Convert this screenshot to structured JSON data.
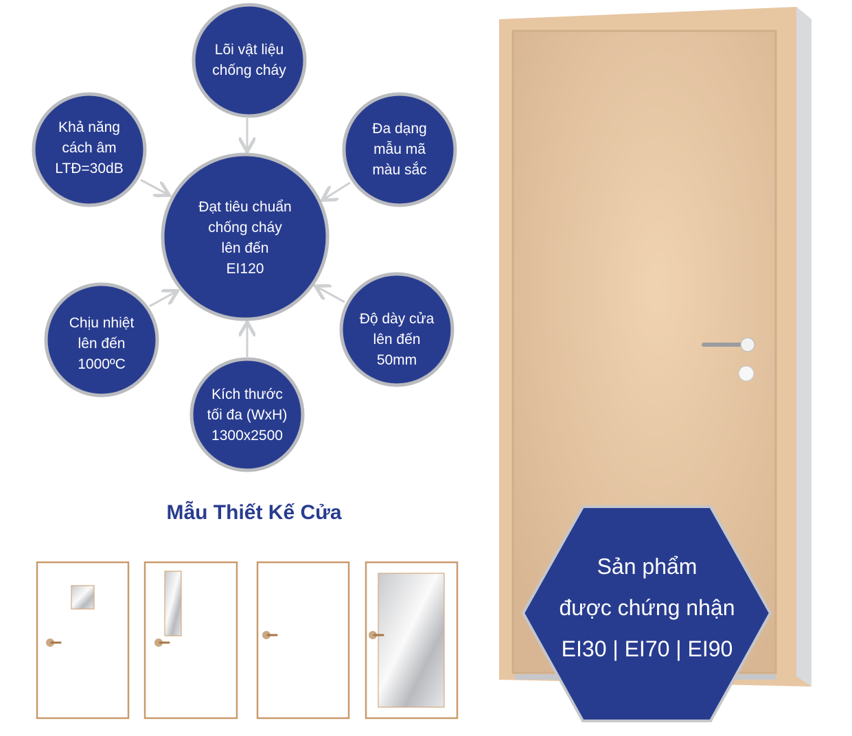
{
  "features": {
    "center": [
      "Đạt tiêu chuẩn",
      "chống cháy",
      "lên đến",
      "EI120"
    ],
    "top": [
      "Lõi vật liệu",
      "chống cháy"
    ],
    "top_left": [
      "Khả năng",
      "cách âm",
      "LTĐ=30dB"
    ],
    "top_right": [
      "Đa dạng",
      "mẫu mã",
      "màu sắc"
    ],
    "bottom_left": [
      "Chịu nhiệt",
      "lên đến",
      "1000ºC"
    ],
    "bottom_right": [
      "Độ dày cửa",
      "lên đến",
      "50mm"
    ],
    "bottom": [
      "Kích thước",
      "tối đa (WxH)",
      "1300x2500"
    ]
  },
  "designs_title": "Mẫu Thiết Kế Cửa",
  "certification": [
    "Sản phẩm",
    "được chứng nhận",
    "EI30 | EI70 | EI90"
  ],
  "colors": {
    "brand_blue": "#283c8f",
    "door": "#e8c9a6",
    "trim": "#c99a6b"
  }
}
